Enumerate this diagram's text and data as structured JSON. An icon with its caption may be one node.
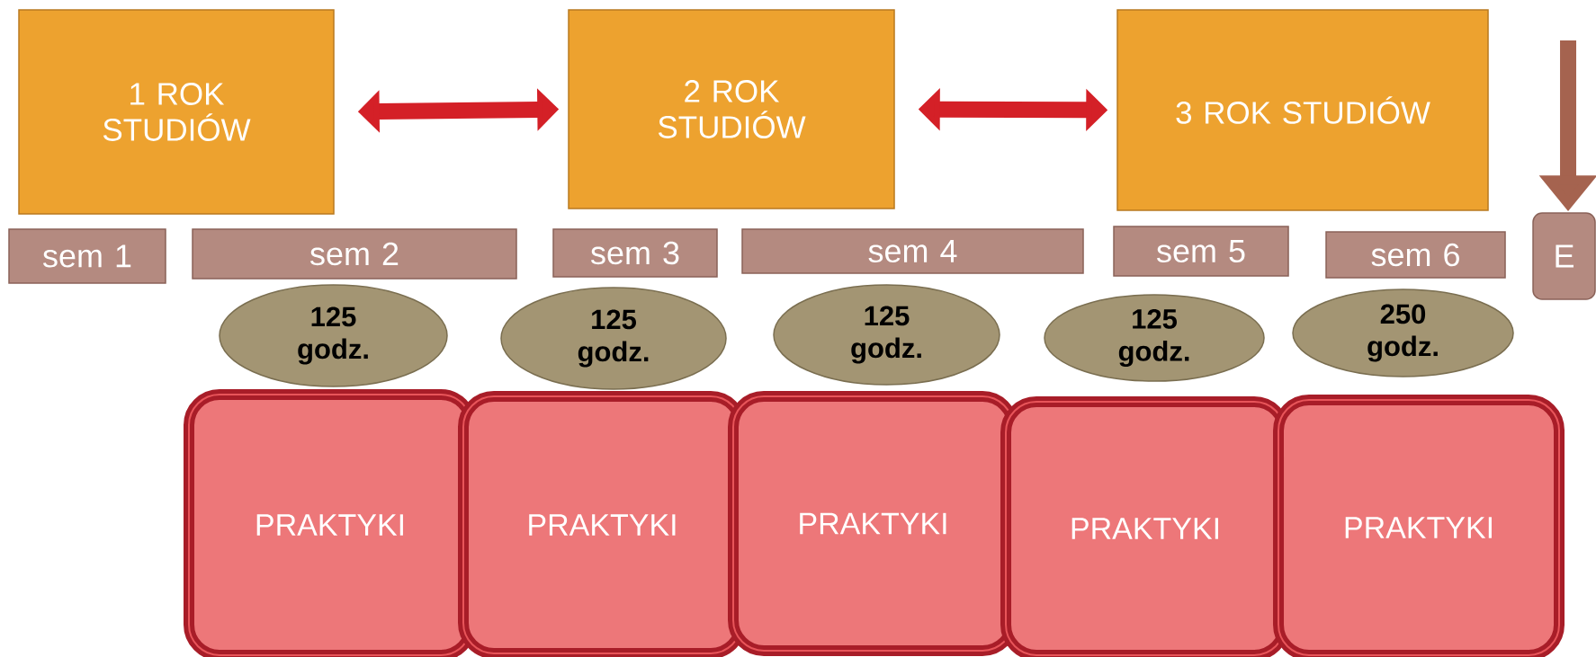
{
  "diagram": {
    "nodes": [
      {
        "text": [
          "1 ROK STUDIÓW"
        ]
      },
      {
        "text": [
          "2 ROK STUDIÓW"
        ]
      },
      {
        "text": [
          "3 ROK STUDIÓW"
        ]
      },
      {
        "text": [
          "sem 1"
        ]
      },
      {
        "text": [
          "sem 2"
        ]
      },
      {
        "text": [
          "sem 3"
        ]
      },
      {
        "text": [
          "sem 4"
        ]
      },
      {
        "text": [
          "sem 5"
        ]
      },
      {
        "text": [
          "sem 6"
        ]
      },
      {
        "text": [
          "E"
        ]
      },
      {
        "text": [
          "125 godz."
        ]
      },
      {
        "text": [
          "125 godz."
        ]
      },
      {
        "text": [
          "125 godz."
        ]
      },
      {
        "text": [
          "125 godz."
        ]
      },
      {
        "text": [
          "250 godz."
        ]
      },
      {
        "text": [
          "PRAKTYKI"
        ]
      },
      {
        "text": [
          "PRAKTYKI"
        ]
      },
      {
        "text": [
          "PRAKTYKI"
        ]
      },
      {
        "text": [
          "PRAKTYKI"
        ]
      },
      {
        "text": [
          "PRAKTYKI"
        ]
      }
    ],
    "edges": [
      {
        "from": 0,
        "to": 1,
        "arrow": "both"
      },
      {
        "from": 1,
        "to": 2,
        "arrow": "both"
      },
      {
        "from": null,
        "to": 9,
        "arrow": "to",
        "color": "#a5634f"
      }
    ]
  }
}
